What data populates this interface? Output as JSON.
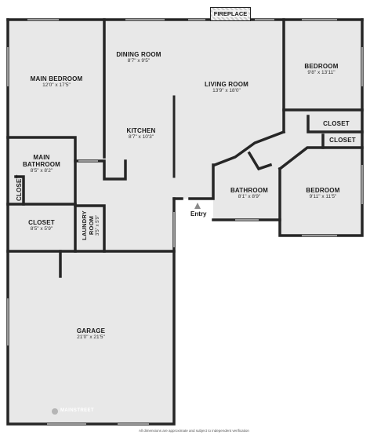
{
  "rooms": {
    "main_bedroom": {
      "name": "MAIN BEDROOM",
      "dims": "12'0\" x 17'5\""
    },
    "dining_room": {
      "name": "DINING ROOM",
      "dims": "8'7\" x 9'5\""
    },
    "living_room": {
      "name": "LIVING ROOM",
      "dims": "13'9\" x 18'0\""
    },
    "bedroom_1": {
      "name": "BEDROOM",
      "dims": "9'8\" x 13'11\""
    },
    "kitchen": {
      "name": "KITCHEN",
      "dims": "8'7\" x 10'3\""
    },
    "main_bathroom": {
      "name": "MAIN BATHROOM",
      "dims": "8'5\" x 8'2\""
    },
    "closet_main_bath": {
      "name": "CLOSET"
    },
    "closet_hall": {
      "name": "CLOSET",
      "dims": "8'5\" x 5'9\""
    },
    "laundry_room": {
      "name": "LAUNDRY ROOM",
      "dims": "3'5\" x 5'9\""
    },
    "bathroom": {
      "name": "BATHROOM",
      "dims": "8'1\" x 8'9\""
    },
    "bedroom_2": {
      "name": "BEDROOM",
      "dims": "9'11\" x 11'5\""
    },
    "closet_upper": {
      "name": "CLOSET"
    },
    "closet_lower": {
      "name": "CLOSET"
    },
    "garage": {
      "name": "GARAGE",
      "dims": "21'0\" x 21'5\""
    }
  },
  "fireplace": {
    "label": "FIREPLACE"
  },
  "entry": {
    "label": "Entry"
  },
  "footer": {
    "disclaimer": "All dimensions are approximate and subject to independent verification",
    "brand": "MAINSTREET"
  },
  "colors": {
    "floor": "#e8e8e8",
    "wall": "#262626",
    "window": "#9a9a9a"
  }
}
